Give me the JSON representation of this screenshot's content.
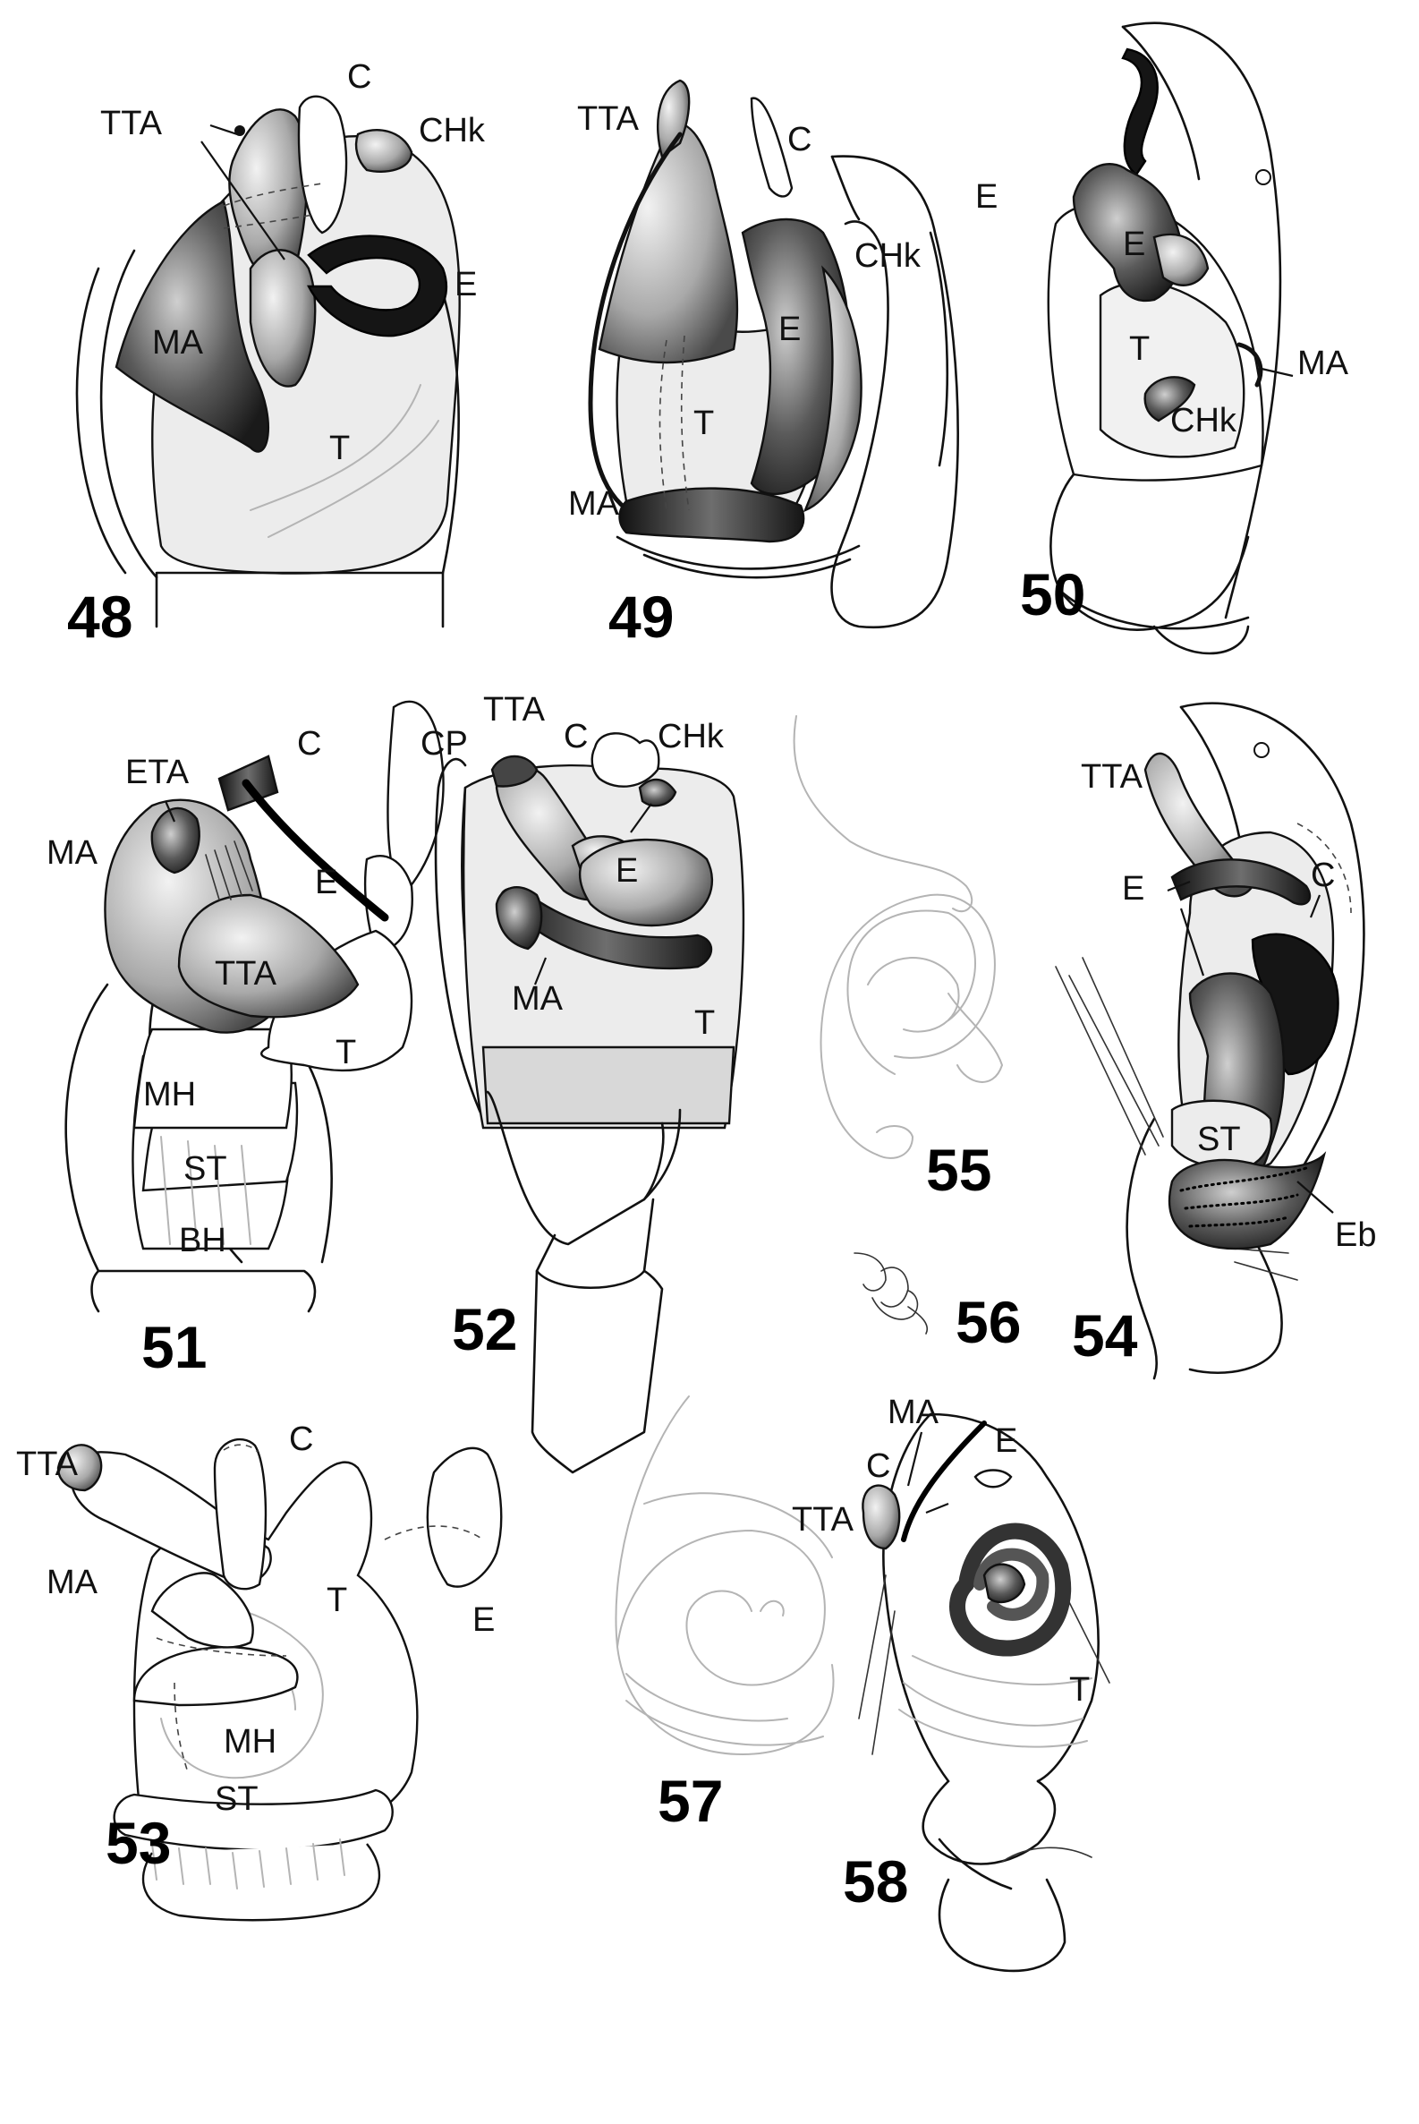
{
  "figures": [
    {
      "number": "48",
      "labels": [
        "TTA",
        "C",
        "CHk",
        "E",
        "MA",
        "T"
      ]
    },
    {
      "number": "49",
      "labels": [
        "TTA",
        "C",
        "E",
        "CHk",
        "E",
        "T",
        "MA"
      ]
    },
    {
      "number": "50",
      "labels": [
        "E",
        "T",
        "MA",
        "CHk"
      ]
    },
    {
      "number": "51",
      "labels": [
        "ETA",
        "C",
        "MA",
        "E",
        "TTA",
        "T",
        "MH",
        "ST",
        "BH"
      ]
    },
    {
      "number": "52",
      "labels": [
        "CP",
        "TTA",
        "C",
        "CHk",
        "E",
        "MA",
        "T"
      ]
    },
    {
      "number": "55",
      "labels": []
    },
    {
      "number": "54",
      "labels": [
        "TTA",
        "C",
        "E",
        "ST",
        "Eb"
      ]
    },
    {
      "number": "56",
      "labels": []
    },
    {
      "number": "53",
      "labels": [
        "TTA",
        "C",
        "MA",
        "T",
        "E",
        "MH",
        "ST"
      ]
    },
    {
      "number": "57",
      "labels": []
    },
    {
      "number": "58",
      "labels": [
        "MA",
        "E",
        "C",
        "TTA",
        "T"
      ]
    }
  ]
}
